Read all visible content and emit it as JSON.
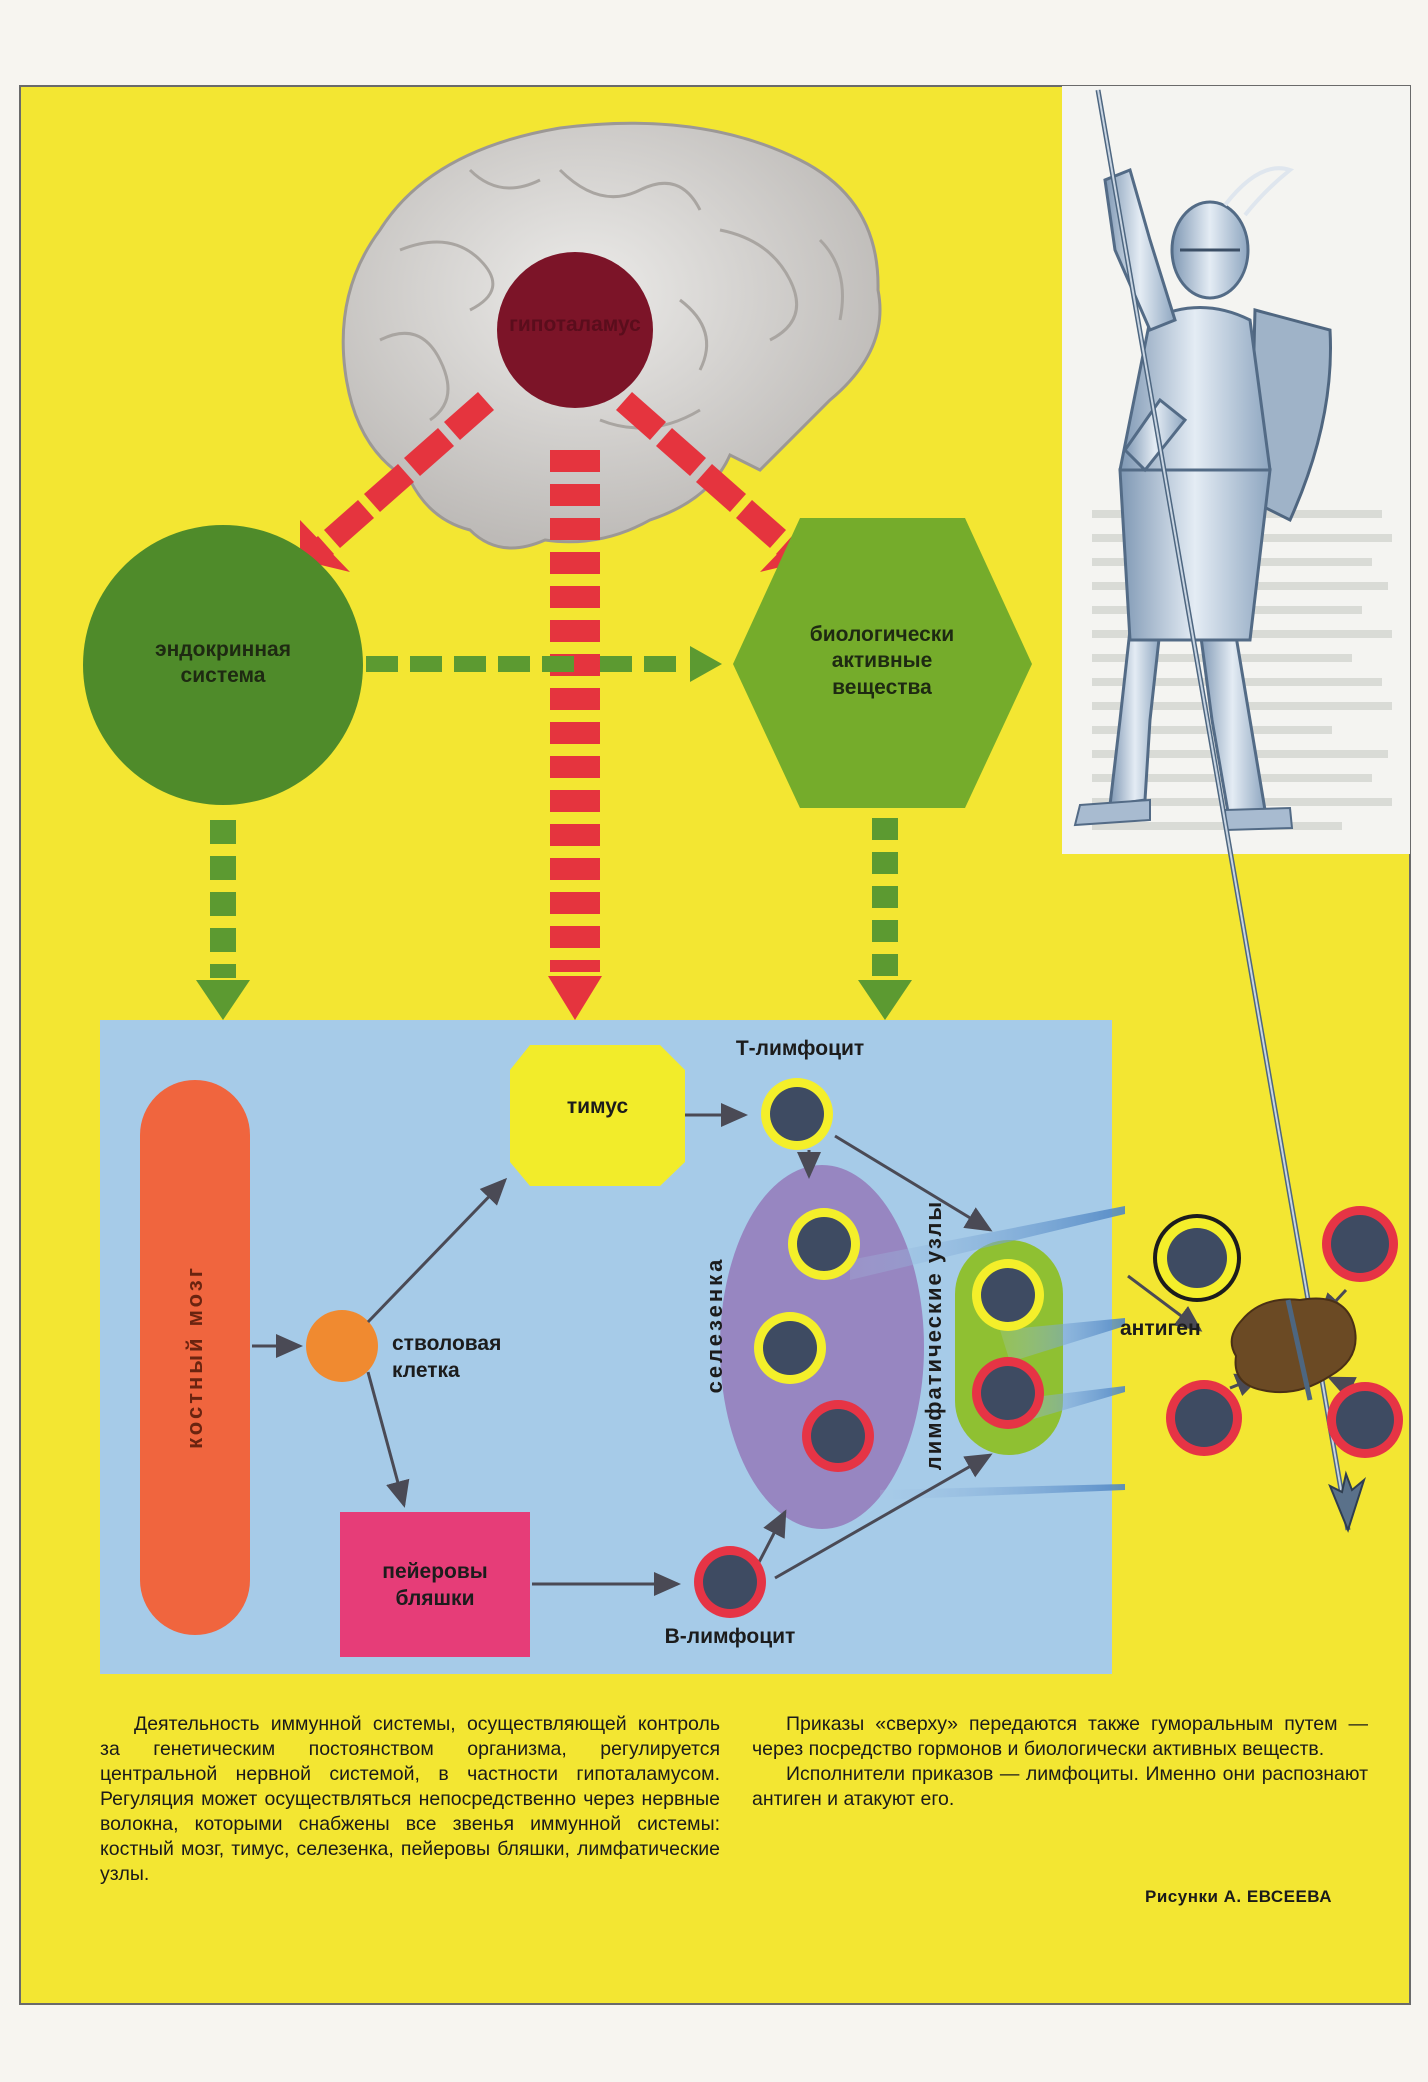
{
  "colors": {
    "yellow_bg": "#f3e632",
    "immune_panel": "#a6cbe8",
    "brain": "#d8d6d4",
    "hypothalamus": "#7c1428",
    "nerve_arrow": "#e5343e",
    "endocrine": "#4f8b2a",
    "bio_hexagon": "#75ac2b",
    "humoral_arrow": "#5c9a31",
    "bone_marrow": "#f0653e",
    "stem_cell": "#f08a30",
    "thymus": "#f2ec2a",
    "peyer": "#e63d78",
    "spleen": "#9682bf",
    "lymph_node": "#8fc032",
    "cell_core": "#3e4b62",
    "t_ring": "#f4ef2a",
    "b_ring": "#e63445",
    "antigen": "#6b4a24",
    "knight": "#b9c8d8"
  },
  "diagram": {
    "hypothalamus": "гипоталамус",
    "endocrine": [
      "эндокринная",
      "система"
    ],
    "bio_substances": [
      "биологически",
      "активные",
      "вещества"
    ],
    "bone_marrow": "костный мозг",
    "stem_cell": [
      "стволовая",
      "клетка"
    ],
    "thymus": "тимус",
    "peyer": [
      "пейеровы",
      "бляшки"
    ],
    "t_lymphocyte": "Т-лимфоцит",
    "b_lymphocyte": "В-лимфоцит",
    "spleen": "селезенка",
    "lymph_nodes": "лимфатические узлы",
    "antigen": "антиген"
  },
  "text": {
    "left_col": [
      "Деятельность иммунной системы, осуществляющей контроль за генетическим постоянством организма, регулируется центральной нервной системой, в частности гипоталамусом. Регуляция может осуществляться непосредственно через нервные волокна, которыми снабжены все звенья иммунной системы: костный мозг, тимус, селезенка, пейеровы бляшки, лимфатические узлы."
    ],
    "right_col": [
      "Приказы «сверху» передаются также гуморальным путем — через посредство гормонов и биологически активных веществ.",
      "Исполнители приказов — лимфоциты. Именно они распознают антиген и атакуют его."
    ],
    "credit": "Рисунки А. ЕВСЕЕВА"
  }
}
